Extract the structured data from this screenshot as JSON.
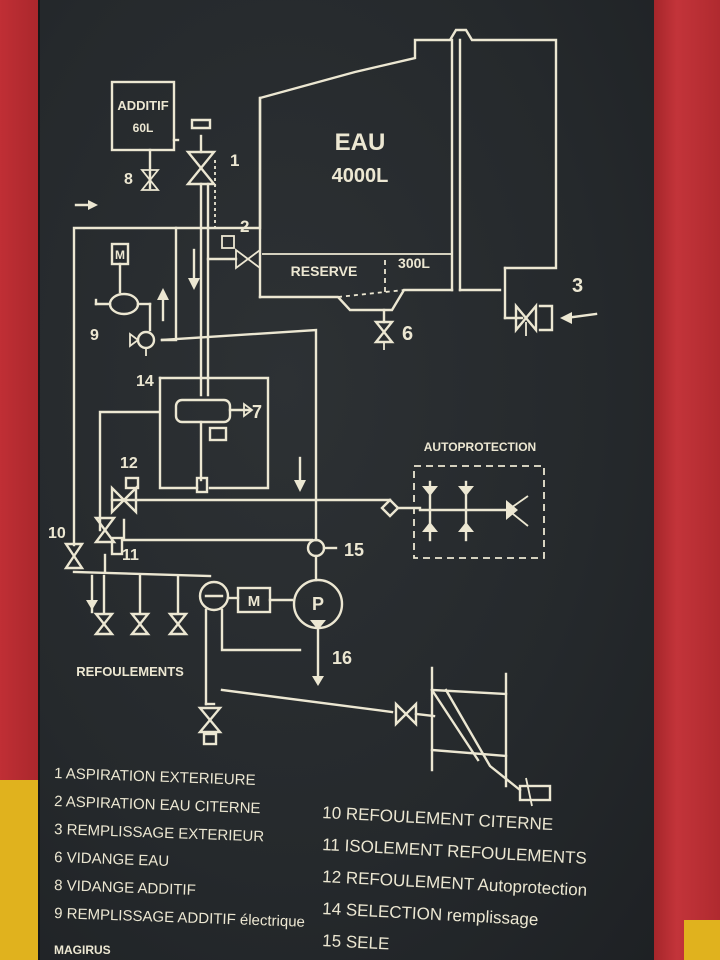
{
  "diagram": {
    "header_partial": "",
    "tank": {
      "label": "EAU",
      "capacity": "4000L",
      "reserve_label": "RESERVE",
      "reserve_capacity": "300L"
    },
    "additive_tank": {
      "label": "ADDITIF",
      "capacity": "60L"
    },
    "motor_letter": "M",
    "pump_letter": "P",
    "autoprotection_label": "AUTOPROTECTION",
    "refoulements_label": "REFOULEMENTS",
    "callouts": [
      "1",
      "2",
      "3",
      "6",
      "7",
      "8",
      "9",
      "10",
      "11",
      "12",
      "14",
      "15",
      "16"
    ]
  },
  "legend_left": [
    "1 ASPIRATION  EXTERIEURE",
    "2 ASPIRATION EAU CITERNE",
    "3 REMPLISSAGE EXTERIEUR",
    "6 VIDANGE EAU",
    "8 VIDANGE ADDITIF",
    "9 REMPLISSAGE ADDITIF  électrique"
  ],
  "legend_right": [
    "10 REFOULEMENT CITERNE",
    "11 ISOLEMENT REFOULEMENTS",
    "12 REFOULEMENT Autoprotection",
    "14 SELECTION remplissage",
    "15 SELE"
  ],
  "footer_brand": "MAGIRUS"
}
